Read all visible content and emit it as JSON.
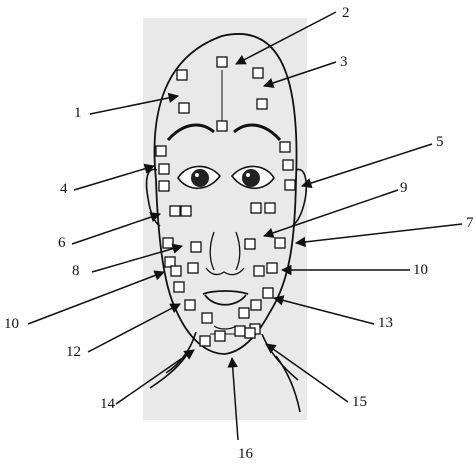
{
  "diagram": {
    "colors": {
      "panel": "#e9e9e9",
      "ink": "#111111",
      "marker_fill": "#ffffff"
    },
    "callouts": [
      {
        "id": "c1",
        "label": "1"
      },
      {
        "id": "c2",
        "label": "2"
      },
      {
        "id": "c3",
        "label": "3"
      },
      {
        "id": "c4",
        "label": "4"
      },
      {
        "id": "c5",
        "label": "5"
      },
      {
        "id": "c6",
        "label": "6"
      },
      {
        "id": "c7",
        "label": "7"
      },
      {
        "id": "c8",
        "label": "8"
      },
      {
        "id": "c9",
        "label": "9"
      },
      {
        "id": "c10a",
        "label": "10"
      },
      {
        "id": "c10b",
        "label": "10"
      },
      {
        "id": "c12",
        "label": "12"
      },
      {
        "id": "c13",
        "label": "13"
      },
      {
        "id": "c14",
        "label": "14"
      },
      {
        "id": "c15",
        "label": "15"
      },
      {
        "id": "c16",
        "label": "16"
      }
    ]
  }
}
